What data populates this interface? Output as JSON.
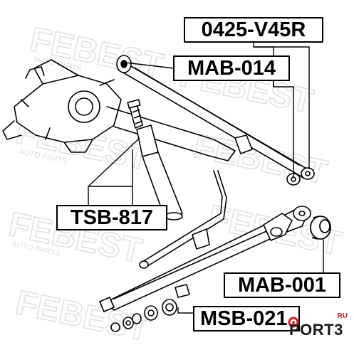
{
  "labels": {
    "part_0425": "0425-V45R",
    "mab014": "MAB-014",
    "tsb817": "TSB-817",
    "mab001": "MAB-001",
    "msb": "MSB-021"
  },
  "watermark": {
    "text": "FEBEST",
    "subtext": "AUTO PARTS"
  },
  "brand": {
    "name": "PORT3",
    "suffix": "RU",
    "accent": "#d0202a"
  }
}
